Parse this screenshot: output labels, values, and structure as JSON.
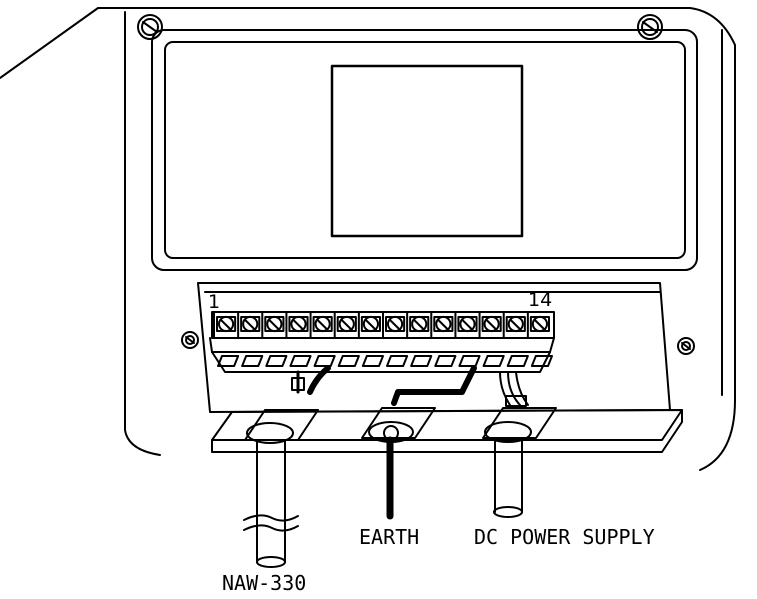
{
  "terminal_block": {
    "first_label": "1",
    "last_label": "14",
    "count": 14
  },
  "labels": {
    "earth": "EARTH",
    "dc_power": "DC POWER SUPPLY",
    "sensor_model": "NAW-330"
  },
  "colors": {
    "line": "#000000",
    "background": "#ffffff"
  }
}
